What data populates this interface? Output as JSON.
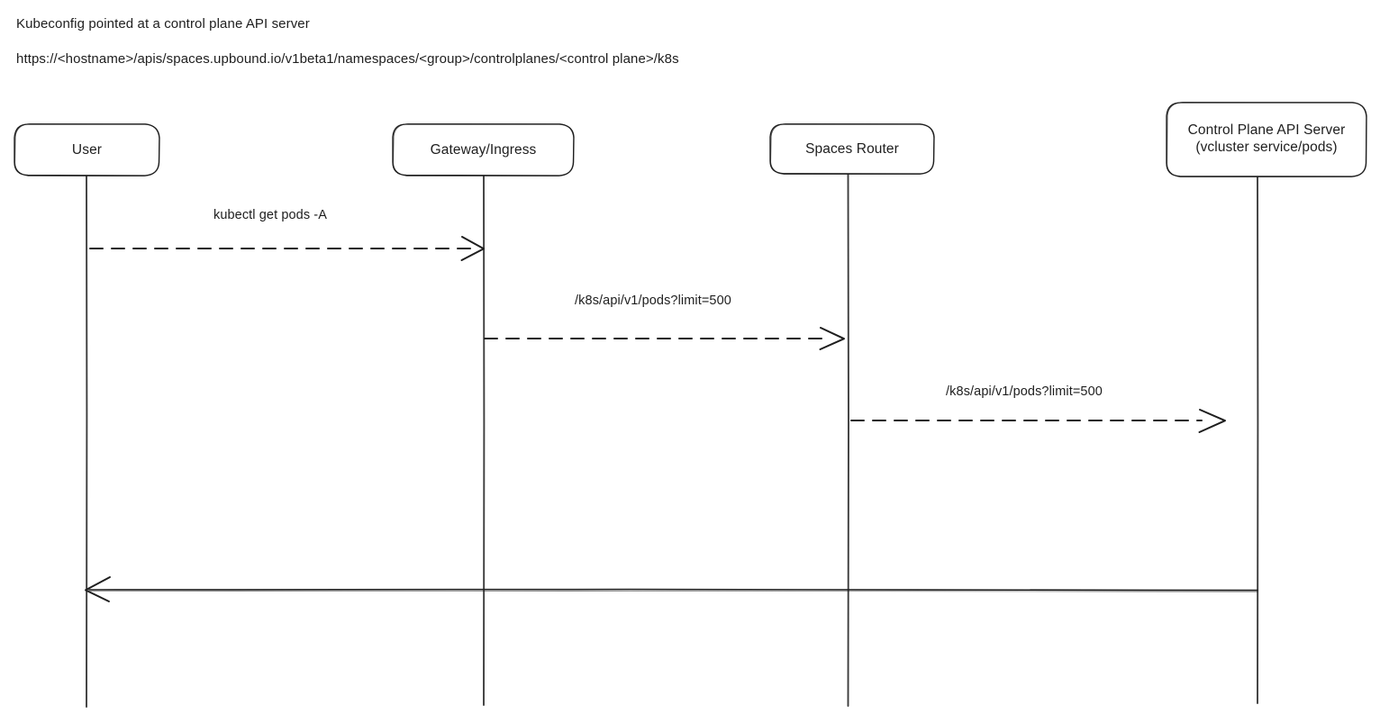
{
  "diagram": {
    "type": "sequence-diagram",
    "background": "#ffffff",
    "stroke_color": "#1e1e1e",
    "text_color": "#1e1e1e",
    "notes": [
      {
        "id": "note-title",
        "text": "Kubeconfig pointed at a control plane API server"
      },
      {
        "id": "note-url",
        "text": "https://<hostname>/apis/spaces.upbound.io/v1beta1/namespaces/<group>/controlplanes/<control plane>/k8s"
      }
    ],
    "participants": [
      {
        "id": "user",
        "label_line1": "User",
        "label_line2": ""
      },
      {
        "id": "gateway",
        "label_line1": "Gateway/Ingress",
        "label_line2": ""
      },
      {
        "id": "spaces-router",
        "label_line1": "Spaces Router",
        "label_line2": ""
      },
      {
        "id": "control-plane",
        "label_line1": "Control Plane API Server",
        "label_line2": "(vcluster service/pods)"
      }
    ],
    "messages": [
      {
        "id": "msg-1",
        "label": "kubectl get pods -A",
        "from": "user",
        "to": "gateway",
        "style": "dashed",
        "direction": "right"
      },
      {
        "id": "msg-2",
        "label": "/k8s/api/v1/pods?limit=500",
        "from": "gateway",
        "to": "spaces-router",
        "style": "dashed",
        "direction": "right"
      },
      {
        "id": "msg-3",
        "label": "/k8s/api/v1/pods?limit=500",
        "from": "spaces-router",
        "to": "control-plane",
        "style": "dashed",
        "direction": "right"
      },
      {
        "id": "msg-4",
        "label": "",
        "from": "control-plane",
        "to": "user",
        "style": "solid",
        "direction": "left"
      }
    ]
  }
}
